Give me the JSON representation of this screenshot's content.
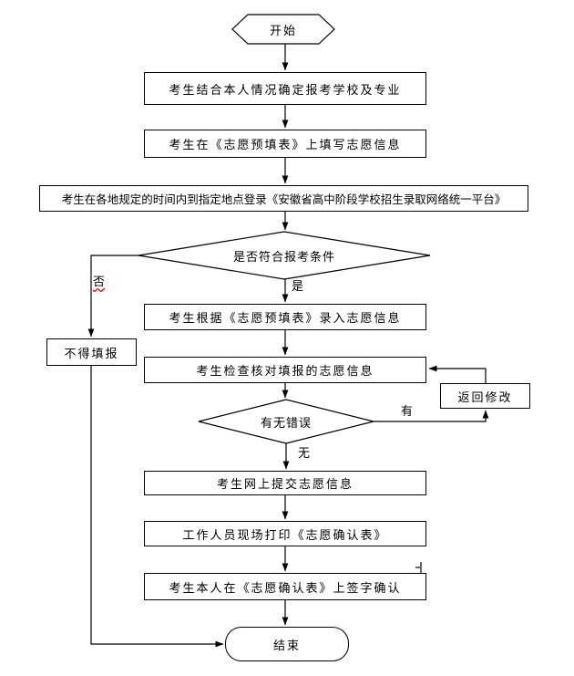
{
  "flowchart": {
    "start": {
      "label": "开始"
    },
    "steps": {
      "determine_school": "考生结合本人情况确定报考学校及专业",
      "prefill_form": "考生在《志愿预填表》上填写志愿信息",
      "login_platform": "考生在各地规定的时间内到指定地点登录《安徽省高中阶段学校招生录取网络统一平台》",
      "enter_info": "考生根据《志愿预填表》录入志愿信息",
      "check_info": "考生检查核对填报的志愿信息",
      "submit_online": "考生网上提交志愿信息",
      "print_confirmation": "工作人员现场打印《志愿确认表》",
      "sign_confirmation": "考生本人在《志愿确认表》上签字确认"
    },
    "decisions": {
      "meets_requirements": "是否符合报考条件",
      "has_errors": "有无错误"
    },
    "branches": {
      "not_allowed": "不得填报",
      "return_modify": "返回修改"
    },
    "edge_labels": {
      "yes": "是",
      "no": "否",
      "has_error": "有",
      "no_error": "无"
    },
    "end": {
      "label": "结束"
    },
    "colors": {
      "line": "#000000",
      "text": "#000000",
      "background": "#ffffff",
      "spellcheck_wave": "#ff0000"
    }
  }
}
